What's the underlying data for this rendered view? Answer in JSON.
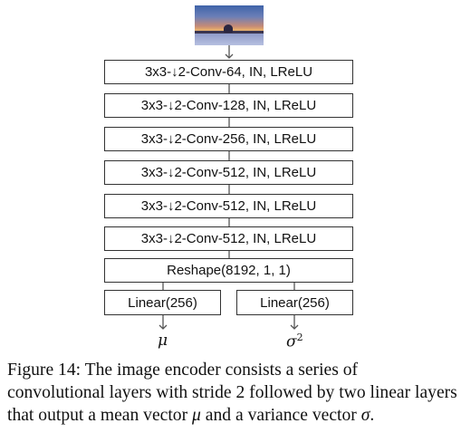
{
  "diagram": {
    "input_image": "sunset-landscape-photo",
    "layers": [
      "3x3-↓2-Conv-64, IN, LReLU",
      "3x3-↓2-Conv-128, IN, LReLU",
      "3x3-↓2-Conv-256, IN, LReLU",
      "3x3-↓2-Conv-512, IN, LReLU",
      "3x3-↓2-Conv-512, IN, LReLU",
      "3x3-↓2-Conv-512, IN, LReLU"
    ],
    "reshape": "Reshape(8192, 1, 1)",
    "linear_left": "Linear(256)",
    "linear_right": "Linear(256)",
    "output_left": "μ",
    "output_right": "σ",
    "output_right_sup": "2"
  },
  "caption": {
    "text": "Figure 14: The image encoder consists a series of convolutional layers with stride 2 followed by two linear layers that output a mean vector ",
    "mu": "μ",
    "mid": " and a variance vector ",
    "sigma": "σ",
    "end": "."
  }
}
